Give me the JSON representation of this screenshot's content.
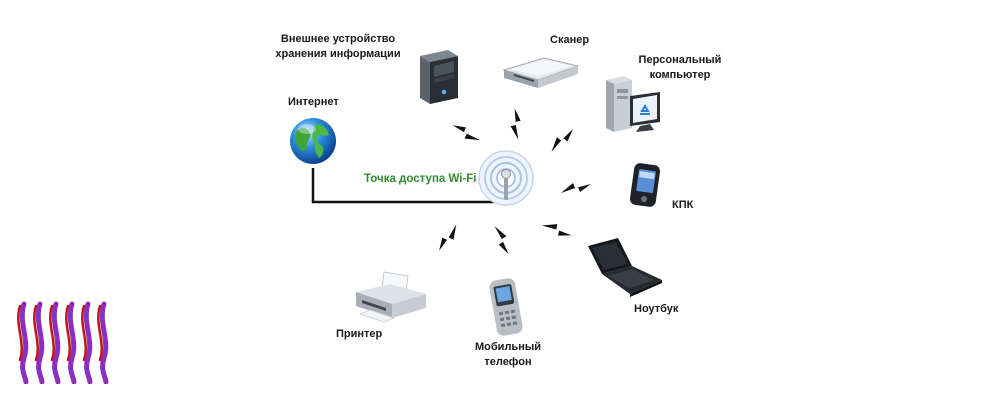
{
  "access_point": {
    "label": "Точка доступа Wi-Fi",
    "icon": "wifi-access-point-icon"
  },
  "devices": {
    "storage": {
      "label": "Внешнее устройство хранения информации",
      "icon": "external-storage-icon"
    },
    "scanner": {
      "label": "Сканер",
      "icon": "scanner-icon"
    },
    "pc": {
      "label": "Персональный компьютер",
      "icon": "desktop-computer-icon"
    },
    "internet": {
      "label": "Интернет",
      "icon": "globe-icon"
    },
    "pda": {
      "label": "КПК",
      "icon": "pda-icon"
    },
    "laptop": {
      "label": "Ноутбук",
      "icon": "laptop-icon"
    },
    "printer": {
      "label": "Принтер",
      "icon": "printer-icon"
    },
    "phone": {
      "label": "Мобильный телефон",
      "icon": "mobile-phone-icon"
    }
  },
  "colors": {
    "access_point_label": "#2e8b2e",
    "signal_bolt": "#111111",
    "wired_link": "#111111",
    "logo_purple": "#8a2fbf",
    "logo_red": "#c01818"
  }
}
